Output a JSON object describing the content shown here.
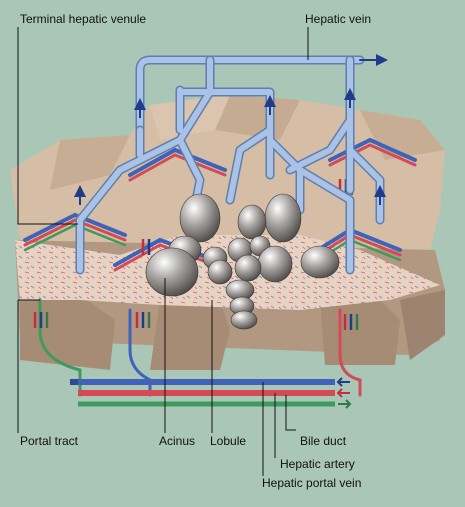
{
  "labels": {
    "terminal_hepatic_venule": "Terminal hepatic venule",
    "hepatic_vein": "Hepatic vein",
    "portal_tract": "Portal tract",
    "acinus": "Acinus",
    "lobule": "Lobule",
    "bile_duct": "Bile duct",
    "hepatic_artery": "Hepatic artery",
    "hepatic_portal_vein": "Hepatic portal vein"
  },
  "colors": {
    "background": "#a9c6b6",
    "tissue_top": "#d6bea6",
    "tissue_side": "#b29880",
    "parenchyma": "#e8d2c2",
    "hepatic_vein": "#9fb8e0",
    "portal_vein": "#3f63b8",
    "hepatic_artery": "#d44a55",
    "bile_duct": "#3f9a5e",
    "acinus": "#8f8a88"
  }
}
